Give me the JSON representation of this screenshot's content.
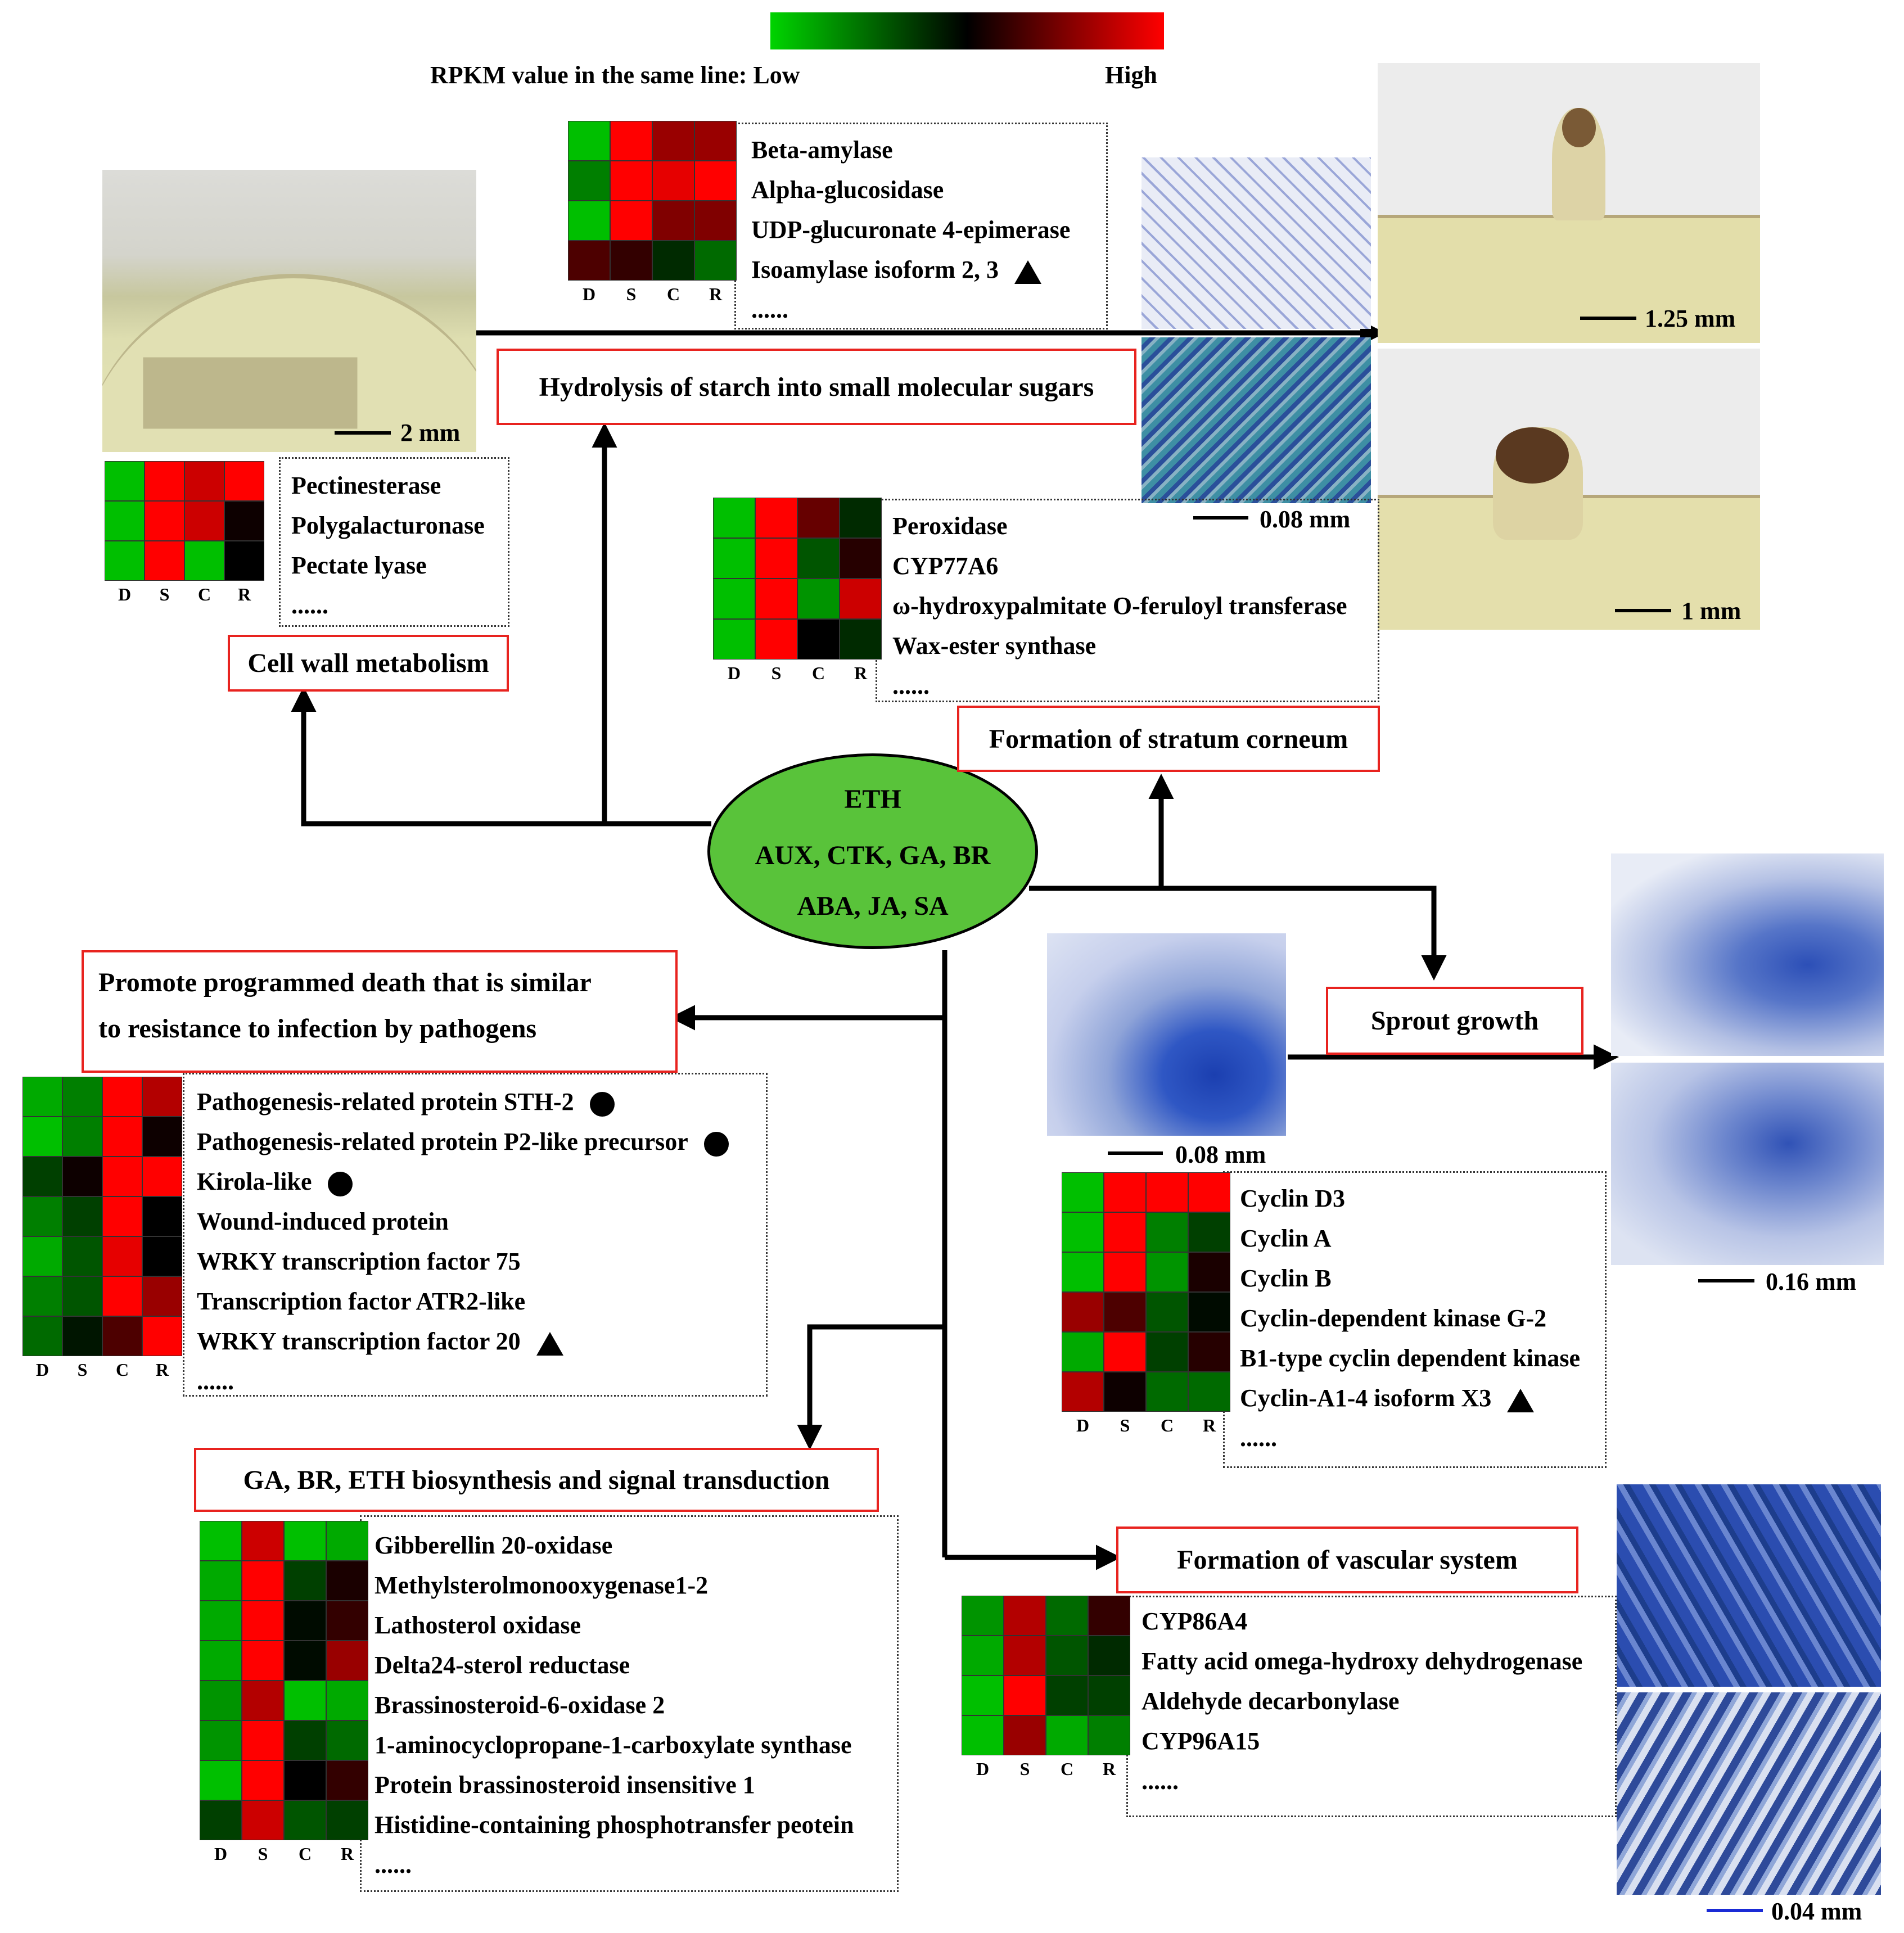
{
  "legend": {
    "text_low": "RPKM value in the same line: Low",
    "text_high": "High",
    "colors": [
      "#00d400",
      "#000000",
      "#ff0000"
    ]
  },
  "center": {
    "lines": [
      "ETH",
      "AUX, CTK, GA, BR",
      "ABA, JA, SA"
    ],
    "fill": "#59c33a"
  },
  "columns": [
    "D",
    "S",
    "C",
    "R"
  ],
  "modules": {
    "starch": {
      "title": "Hydrolysis of starch into small molecular sugars",
      "genes": [
        "Beta-amylase",
        "Alpha-glucosidase",
        "UDP-glucuronate 4-epimerase",
        "Isoamylase isoform 2, 3"
      ],
      "marker": [
        "",
        "",
        "",
        "triangle"
      ],
      "more": "......",
      "heatmap": [
        [
          -0.9,
          1,
          0.6,
          0.6
        ],
        [
          -0.6,
          1,
          0.9,
          1
        ],
        [
          -0.9,
          1,
          0.5,
          0.5
        ],
        [
          0.3,
          0.2,
          -0.2,
          -0.5
        ]
      ]
    },
    "cellwall": {
      "title": "Cell wall metabolism",
      "genes": [
        "Pectinesterase",
        "Polygalacturonase",
        "Pectate lyase"
      ],
      "marker": [
        "",
        "",
        ""
      ],
      "more": "......",
      "heatmap": [
        [
          -0.9,
          1,
          0.8,
          1
        ],
        [
          -0.9,
          1,
          0.8,
          0.05
        ],
        [
          -0.9,
          1,
          -0.9,
          0.0
        ]
      ]
    },
    "stratum": {
      "title": "Formation of stratum corneum",
      "genes": [
        "Peroxidase",
        "CYP77A6",
        "ω-hydroxypalmitate O-feruloyl transferase",
        "Wax-ester synthase"
      ],
      "marker": [
        "",
        "",
        "",
        ""
      ],
      "more": "......",
      "heatmap": [
        [
          -0.9,
          1,
          0.4,
          -0.2
        ],
        [
          -0.9,
          1,
          -0.4,
          0.15
        ],
        [
          -0.9,
          1,
          -0.7,
          0.8
        ],
        [
          -0.9,
          1,
          0.0,
          -0.2
        ]
      ]
    },
    "pathogen": {
      "title_lines": [
        "Promote programmed death that is similar",
        "to resistance to infection by pathogens"
      ],
      "genes": [
        "Pathogenesis-related protein STH-2",
        "Pathogenesis-related protein P2-like precursor",
        "Kirola-like",
        "Wound-induced protein",
        "WRKY transcription factor 75",
        "Transcription factor ATR2-like",
        "WRKY transcription factor 20"
      ],
      "marker": [
        "circle",
        "circle",
        "circle",
        "",
        "",
        "",
        "triangle"
      ],
      "more": "......",
      "heatmap": [
        [
          -0.8,
          -0.6,
          1,
          0.7
        ],
        [
          -0.9,
          -0.6,
          1,
          0.05
        ],
        [
          -0.3,
          0.05,
          1,
          1
        ],
        [
          -0.6,
          -0.3,
          1,
          0.0
        ],
        [
          -0.8,
          -0.4,
          0.9,
          0.0
        ],
        [
          -0.6,
          -0.4,
          1,
          0.6
        ],
        [
          -0.5,
          -0.1,
          0.3,
          1
        ]
      ]
    },
    "hormone": {
      "title": "GA, BR, ETH biosynthesis and signal transduction",
      "genes": [
        "Gibberellin 20-oxidase",
        "Methylsterolmonooxygenase1-2",
        "Lathosterol oxidase",
        "Delta24-sterol reductase",
        "Brassinosteroid-6-oxidase 2",
        "1-aminocyclopropane-1-carboxylate synthase",
        "Protein brassinosteroid insensitive 1",
        "Histidine-containing phosphotransfer peotein"
      ],
      "marker": [
        "",
        "",
        "",
        "",
        "",
        "",
        "",
        ""
      ],
      "more": "......",
      "heatmap": [
        [
          -0.9,
          0.8,
          -0.9,
          -0.8
        ],
        [
          -0.8,
          1,
          -0.3,
          0.1
        ],
        [
          -0.8,
          1,
          -0.05,
          0.2
        ],
        [
          -0.8,
          1,
          -0.05,
          0.6
        ],
        [
          -0.7,
          0.7,
          -0.9,
          -0.8
        ],
        [
          -0.7,
          1,
          -0.3,
          -0.5
        ],
        [
          -0.9,
          1,
          0.0,
          0.2
        ],
        [
          -0.3,
          0.8,
          -0.4,
          -0.3
        ]
      ]
    },
    "sprout": {
      "title": "Sprout growth",
      "genes": [
        "Cyclin D3",
        "Cyclin A",
        "Cyclin B",
        "Cyclin-dependent kinase G-2",
        "B1-type cyclin dependent kinase",
        "Cyclin-A1-4 isoform X3"
      ],
      "marker": [
        "",
        "",
        "",
        "",
        "",
        "triangle"
      ],
      "more": "......",
      "heatmap": [
        [
          -0.9,
          1,
          1,
          1
        ],
        [
          -0.9,
          1,
          -0.6,
          -0.3
        ],
        [
          -0.9,
          1,
          -0.7,
          0.1
        ],
        [
          0.6,
          0.3,
          -0.4,
          -0.05
        ],
        [
          -0.8,
          1,
          -0.3,
          0.15
        ],
        [
          0.7,
          0.05,
          -0.5,
          -0.5
        ]
      ]
    },
    "vascular": {
      "title": "Formation of vascular system",
      "genes": [
        "CYP86A4",
        "Fatty acid omega-hydroxy dehydrogenase",
        "Aldehyde decarbonylase",
        "CYP96A15"
      ],
      "marker": [
        "",
        "",
        "",
        ""
      ],
      "more": "......",
      "heatmap": [
        [
          -0.7,
          0.7,
          -0.5,
          0.2
        ],
        [
          -0.8,
          0.7,
          -0.4,
          -0.2
        ],
        [
          -0.9,
          1,
          -0.3,
          -0.3
        ],
        [
          -0.9,
          0.6,
          -0.8,
          -0.6
        ]
      ]
    }
  },
  "scale_bars": {
    "tuber_top": "2 mm",
    "bud_top": "1.25 mm",
    "bud_bottom": "1 mm",
    "section_top": "0.08 mm",
    "section_mid": "0.08 mm",
    "section_sprout": "0.16 mm",
    "section_vascular": "0.04 mm"
  }
}
